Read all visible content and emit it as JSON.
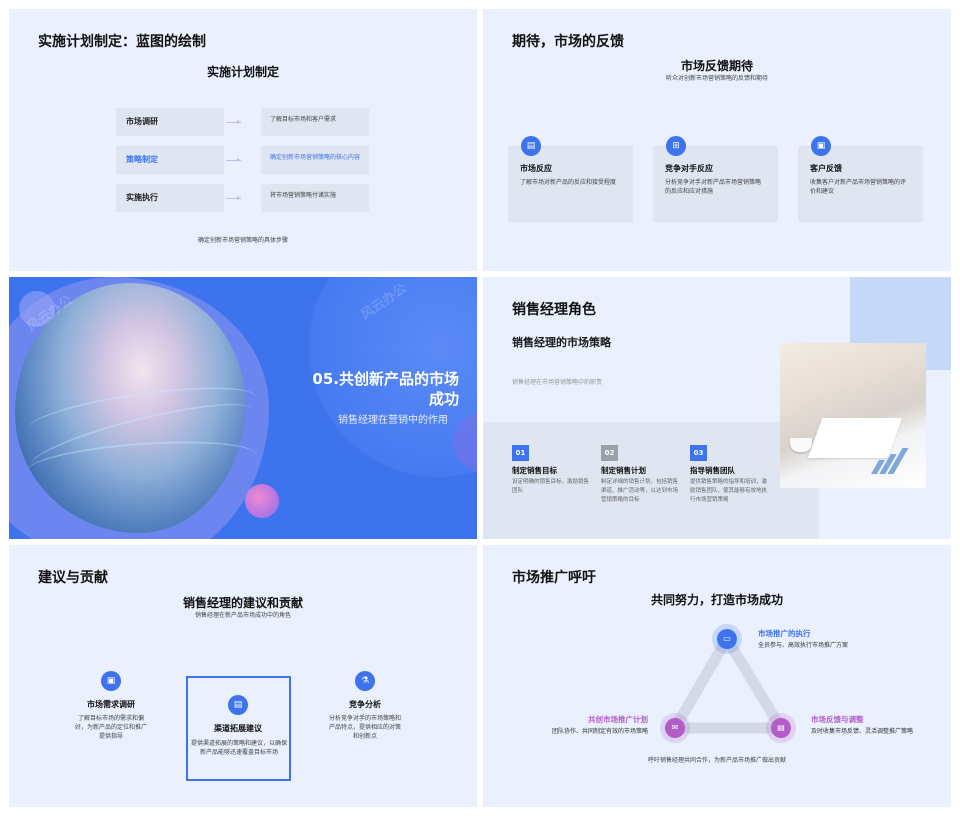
{
  "slide1": {
    "heading": "实施计划制定：蓝图的绘制",
    "subheading": "实施计划制定",
    "steps": [
      {
        "label": "市场调研",
        "desc": "了解目标市场和客户需求"
      },
      {
        "label": "策略制定",
        "desc": "确定创新市场营销策略的核心内容"
      },
      {
        "label": "实施执行",
        "desc": "将市场营销策略付诸实施"
      }
    ],
    "footer": "确定创新市场营销策略的具体步骤"
  },
  "slide2": {
    "heading": "期待，市场的反馈",
    "subheading": "市场反馈期待",
    "caption": "听众对创新市场营销策略的反馈和期待",
    "cards": [
      {
        "icon": "document-icon",
        "title": "市场反应",
        "desc": "了解市场对新产品的反应和接受程度"
      },
      {
        "icon": "hierarchy-icon",
        "title": "竞争对手反应",
        "desc": "分析竞争对手对新产品市场营销策略的反应和应对措施"
      },
      {
        "icon": "image-icon",
        "title": "客户反馈",
        "desc": "收集客户对新产品市场营销策略的评价和建议"
      }
    ]
  },
  "slide3": {
    "title": "05.共创新产品的市场成功",
    "subtitle": "销售经理在营销中的作用",
    "watermark": "风云办公"
  },
  "slide4": {
    "heading": "销售经理角色",
    "subheading": "销售经理的市场策略",
    "caption": "销售经理在市场营销策略中的职责",
    "items": [
      {
        "num": "01",
        "title": "制定销售目标",
        "desc": "设定明确的销售目标，激励销售团队"
      },
      {
        "num": "02",
        "title": "制定销售计划",
        "desc": "制定详细的销售计划，包括销售渠道、推广活动等，以达到市场营销策略的目标"
      },
      {
        "num": "03",
        "title": "指导销售团队",
        "desc": "提供销售策略的指导和培训，激励销售团队，使其能够有效地执行市场营销策略"
      }
    ]
  },
  "slide5": {
    "heading": "建议与贡献",
    "subheading": "销售经理的建议和贡献",
    "caption": "销售经理在新产品市场成功中的角色",
    "columns": [
      {
        "icon": "image-icon",
        "title": "市场需求调研",
        "desc": "了解目标市场的需求和偏好，为新产品的定位和推广提供指导"
      },
      {
        "icon": "document-icon",
        "title": "渠道拓展建议",
        "desc": "提供渠道拓展的策略和建议，以确保新产品能够迅速覆盖目标市场"
      },
      {
        "icon": "flask-icon",
        "title": "竞争分析",
        "desc": "分析竞争对手的市场策略和产品特点，提供相应的对策和创新点"
      }
    ]
  },
  "slide6": {
    "heading": "市场推广呼吁",
    "subheading": "共同努力，打造市场成功",
    "nodes": [
      {
        "title": "市场推广的执行",
        "desc": "全员参与、高效执行市场推广方案",
        "color": "#3d74ee"
      },
      {
        "title": "共创市场推广计划",
        "desc": "团队协作、共同制定有效的市场策略",
        "color": "#b35ec7"
      },
      {
        "title": "市场反馈与调整",
        "desc": "及时收集市场反馈、灵活调整推广策略",
        "color": "#b35ec7"
      }
    ],
    "footer": "呼吁销售经理共同合作，为新产品市场推广做出贡献"
  }
}
